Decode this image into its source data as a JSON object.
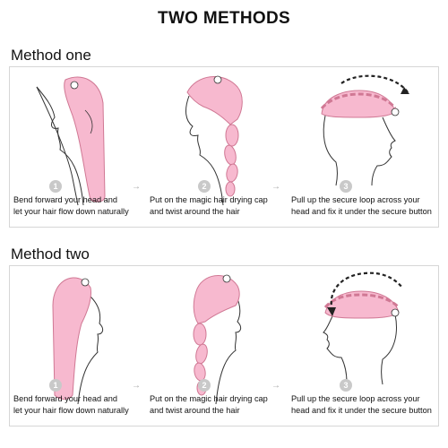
{
  "title": "TWO METHODS",
  "colors": {
    "cap": "#f7b9cf",
    "cap_stroke": "#d07894",
    "line": "#333333",
    "badge": "#c9c9c9"
  },
  "methods": [
    {
      "label": "Method one",
      "steps": [
        {
          "number": "1",
          "caption_line1": "Bend forward your head and",
          "caption_line2": "let your hair flow down naturally"
        },
        {
          "number": "2",
          "caption_line1": "Put on the magic hair drying cap",
          "caption_line2": "and twist around the hair"
        },
        {
          "number": "3",
          "caption_line1": "Pull up the secure loop across your",
          "caption_line2": "head and fix it under the secure button"
        }
      ]
    },
    {
      "label": "Method two",
      "steps": [
        {
          "number": "1",
          "caption_line1": "Bend forward your head and",
          "caption_line2": "let your hair flow down naturally"
        },
        {
          "number": "2",
          "caption_line1": "Put on the magic hair drying cap",
          "caption_line2": "and twist around the hair"
        },
        {
          "number": "3",
          "caption_line1": "Pull up the secure loop across your",
          "caption_line2": "head and fix it under the secure button"
        }
      ]
    }
  ]
}
